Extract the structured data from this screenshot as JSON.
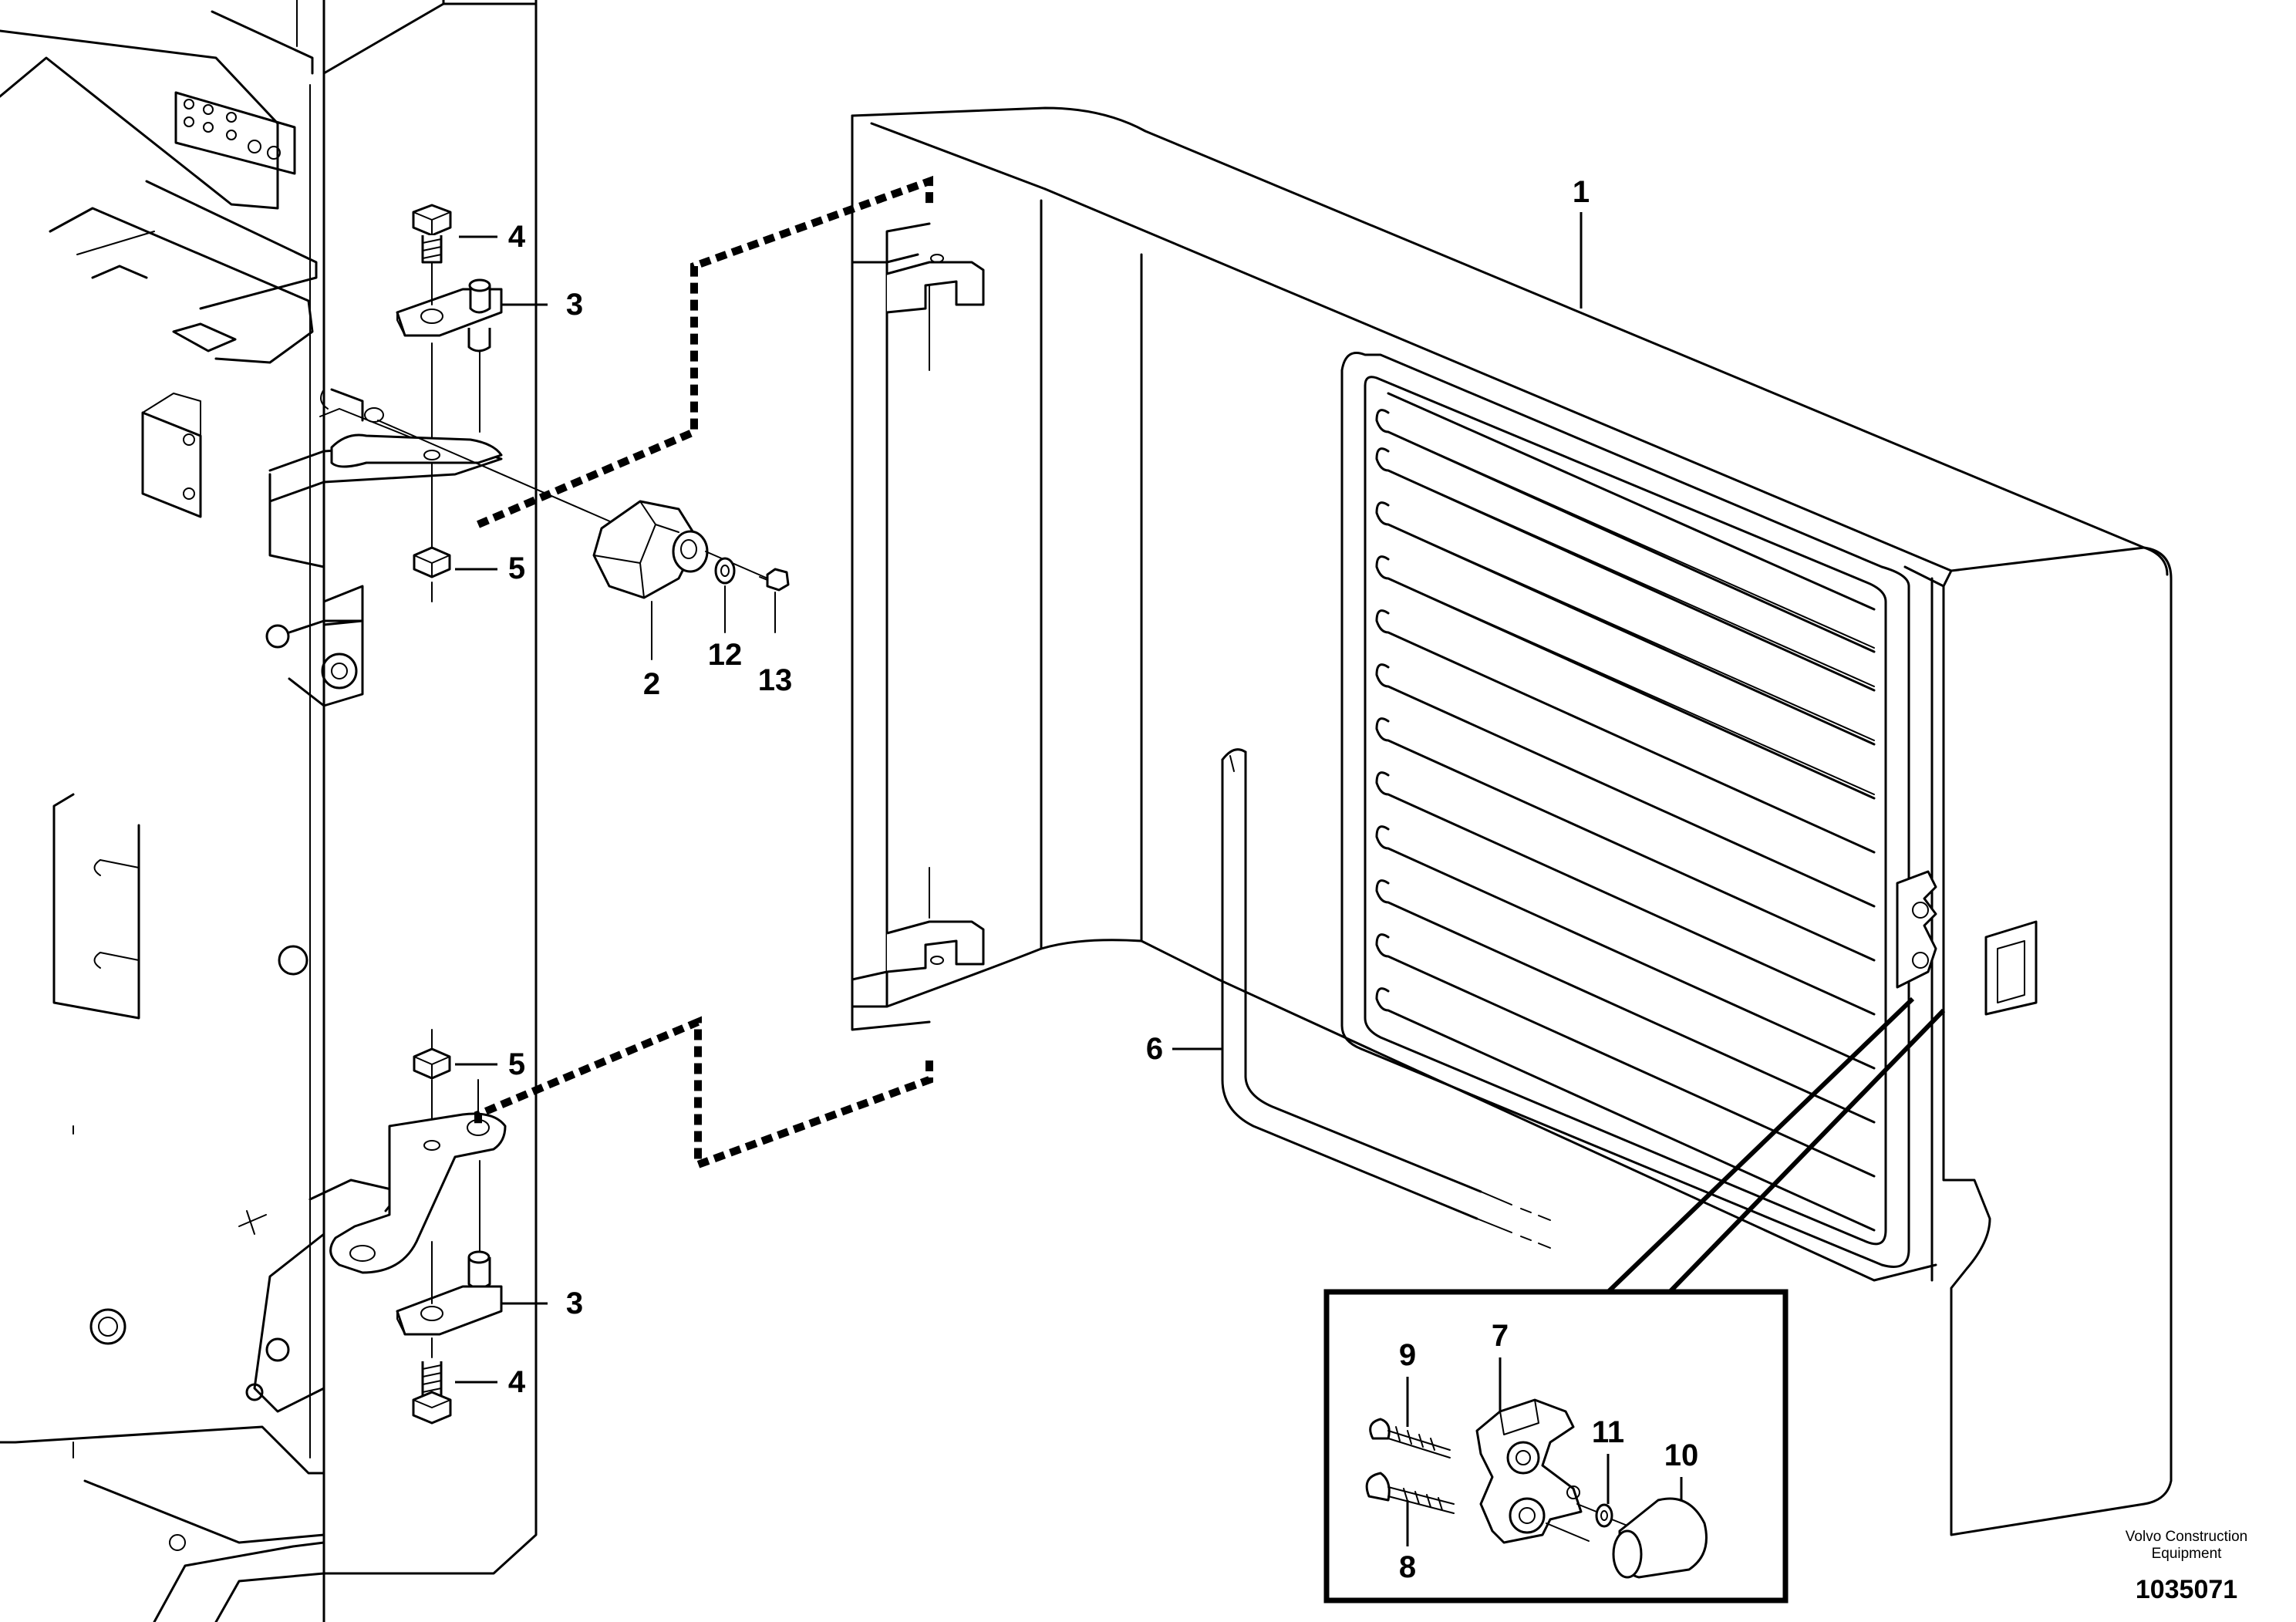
{
  "diagram": {
    "callouts": [
      {
        "id": "c1",
        "number": "1"
      },
      {
        "id": "c2",
        "number": "2"
      },
      {
        "id": "c3-top",
        "number": "3"
      },
      {
        "id": "c3-bottom",
        "number": "3"
      },
      {
        "id": "c4-top",
        "number": "4"
      },
      {
        "id": "c4-bottom",
        "number": "4"
      },
      {
        "id": "c5-top",
        "number": "5"
      },
      {
        "id": "c5-bottom",
        "number": "5"
      },
      {
        "id": "c6",
        "number": "6"
      },
      {
        "id": "c7",
        "number": "7"
      },
      {
        "id": "c8",
        "number": "8"
      },
      {
        "id": "c9",
        "number": "9"
      },
      {
        "id": "c10",
        "number": "10"
      },
      {
        "id": "c11",
        "number": "11"
      },
      {
        "id": "c12",
        "number": "12"
      },
      {
        "id": "c13",
        "number": "13"
      }
    ],
    "credit": {
      "line1": "Volvo Construction",
      "line2": "Equipment"
    },
    "document_number": "1035071"
  }
}
